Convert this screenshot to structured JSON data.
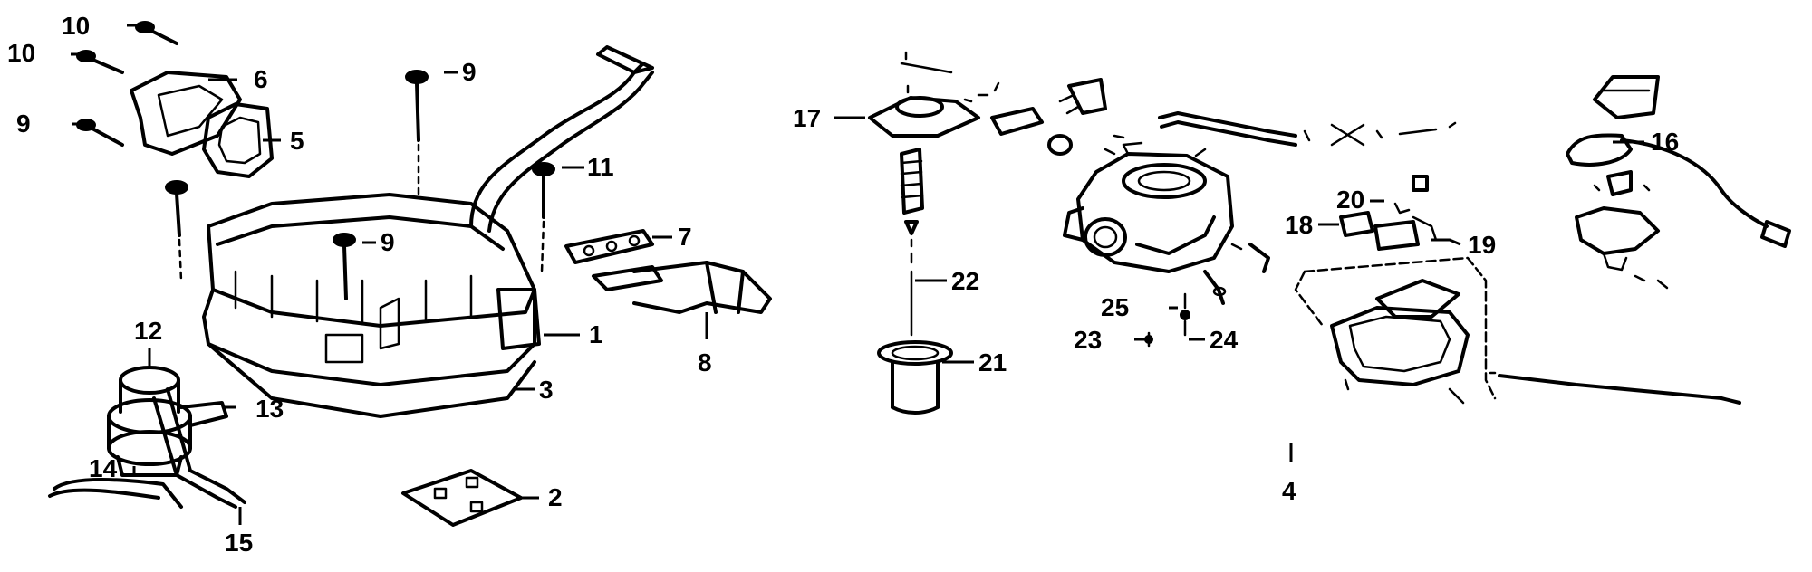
{
  "callouts": [
    {
      "id": "p1",
      "text": "1"
    },
    {
      "id": "p2",
      "text": "2"
    },
    {
      "id": "p3",
      "text": "3"
    },
    {
      "id": "p4",
      "text": "4"
    },
    {
      "id": "p5",
      "text": "5"
    },
    {
      "id": "p6",
      "text": "6"
    },
    {
      "id": "p7",
      "text": "7"
    },
    {
      "id": "p8",
      "text": "8"
    },
    {
      "id": "p9a",
      "text": "9"
    },
    {
      "id": "p9b",
      "text": "9"
    },
    {
      "id": "p9c",
      "text": "9"
    },
    {
      "id": "p10a",
      "text": "10"
    },
    {
      "id": "p10b",
      "text": "10"
    },
    {
      "id": "p11",
      "text": "11"
    },
    {
      "id": "p12",
      "text": "12"
    },
    {
      "id": "p13",
      "text": "13"
    },
    {
      "id": "p14",
      "text": "14"
    },
    {
      "id": "p15",
      "text": "15"
    },
    {
      "id": "p16",
      "text": "16"
    },
    {
      "id": "p17",
      "text": "17"
    },
    {
      "id": "p18",
      "text": "18"
    },
    {
      "id": "p19",
      "text": "19"
    },
    {
      "id": "p20",
      "text": "20"
    },
    {
      "id": "p21",
      "text": "21"
    },
    {
      "id": "p22",
      "text": "22"
    },
    {
      "id": "p23",
      "text": "23"
    },
    {
      "id": "p24",
      "text": "24"
    },
    {
      "id": "p25",
      "text": "25"
    }
  ]
}
